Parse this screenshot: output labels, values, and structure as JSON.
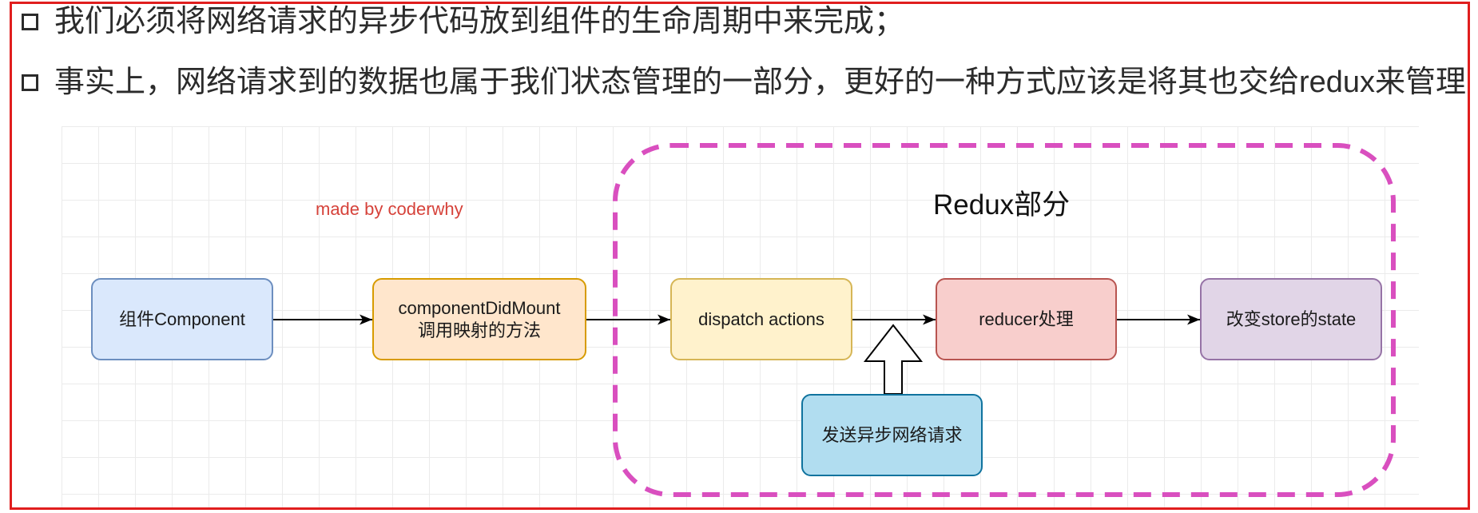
{
  "bullets": [
    {
      "icon": "square-bullet-icon",
      "text": "我们必须将网络请求的异步代码放到组件的生命周期中来完成；"
    },
    {
      "icon": "square-bullet-icon",
      "text": "事实上，网络请求到的数据也属于我们状态管理的一部分，更好的一种方式应该是将其也交给redux来管理；"
    }
  ],
  "diagram": {
    "watermark": "made by coderwhy",
    "redux_group": {
      "label": "Redux部分",
      "border_color": "#d94fbf"
    },
    "nodes": [
      {
        "lines": [
          "组件Component"
        ],
        "fill": "#dae8fc",
        "stroke": "#6c8ebf"
      },
      {
        "lines": [
          "componentDidMount",
          "调用映射的方法"
        ],
        "fill": "#ffe6cc",
        "stroke": "#d79b00"
      },
      {
        "lines": [
          "dispatch actions"
        ],
        "fill": "#fff2cc",
        "stroke": "#d6b656"
      },
      {
        "lines": [
          "reducer处理"
        ],
        "fill": "#f8cecc",
        "stroke": "#b85450"
      },
      {
        "lines": [
          "改变store的state"
        ],
        "fill": "#e1d5e7",
        "stroke": "#9673a6"
      },
      {
        "lines": [
          "发送异步网络请求"
        ],
        "fill": "#b1ddf0",
        "stroke": "#10739e"
      }
    ]
  },
  "colors": {
    "frame_border": "#e01e1e",
    "watermark": "#d6423a",
    "arrow": "#000000"
  }
}
